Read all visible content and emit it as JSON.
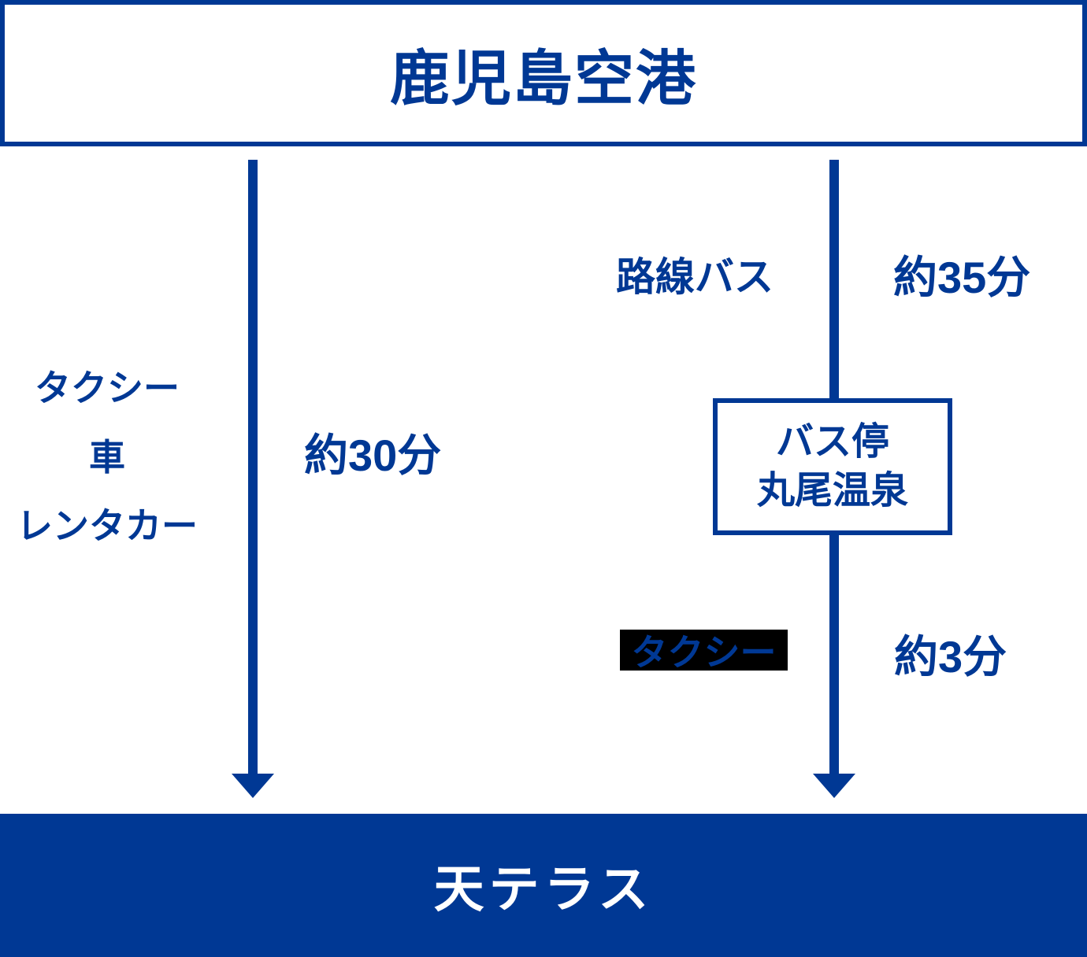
{
  "origin": {
    "label": "鹿児島空港"
  },
  "destination": {
    "label": "天テラス"
  },
  "left_route": {
    "methods": [
      "タクシー",
      "車",
      "レンタカー"
    ],
    "duration": "約30分"
  },
  "right_route": {
    "leg1_method": "路線バス",
    "leg1_duration": "約35分",
    "waypoint_line1": "バス停",
    "waypoint_line2": "丸尾温泉",
    "leg2_method": "タクシー",
    "leg2_duration": "約3分"
  },
  "colors": {
    "primary": "#003894",
    "highlight_bg": "#000000",
    "text_on_dark": "#ffffff"
  }
}
